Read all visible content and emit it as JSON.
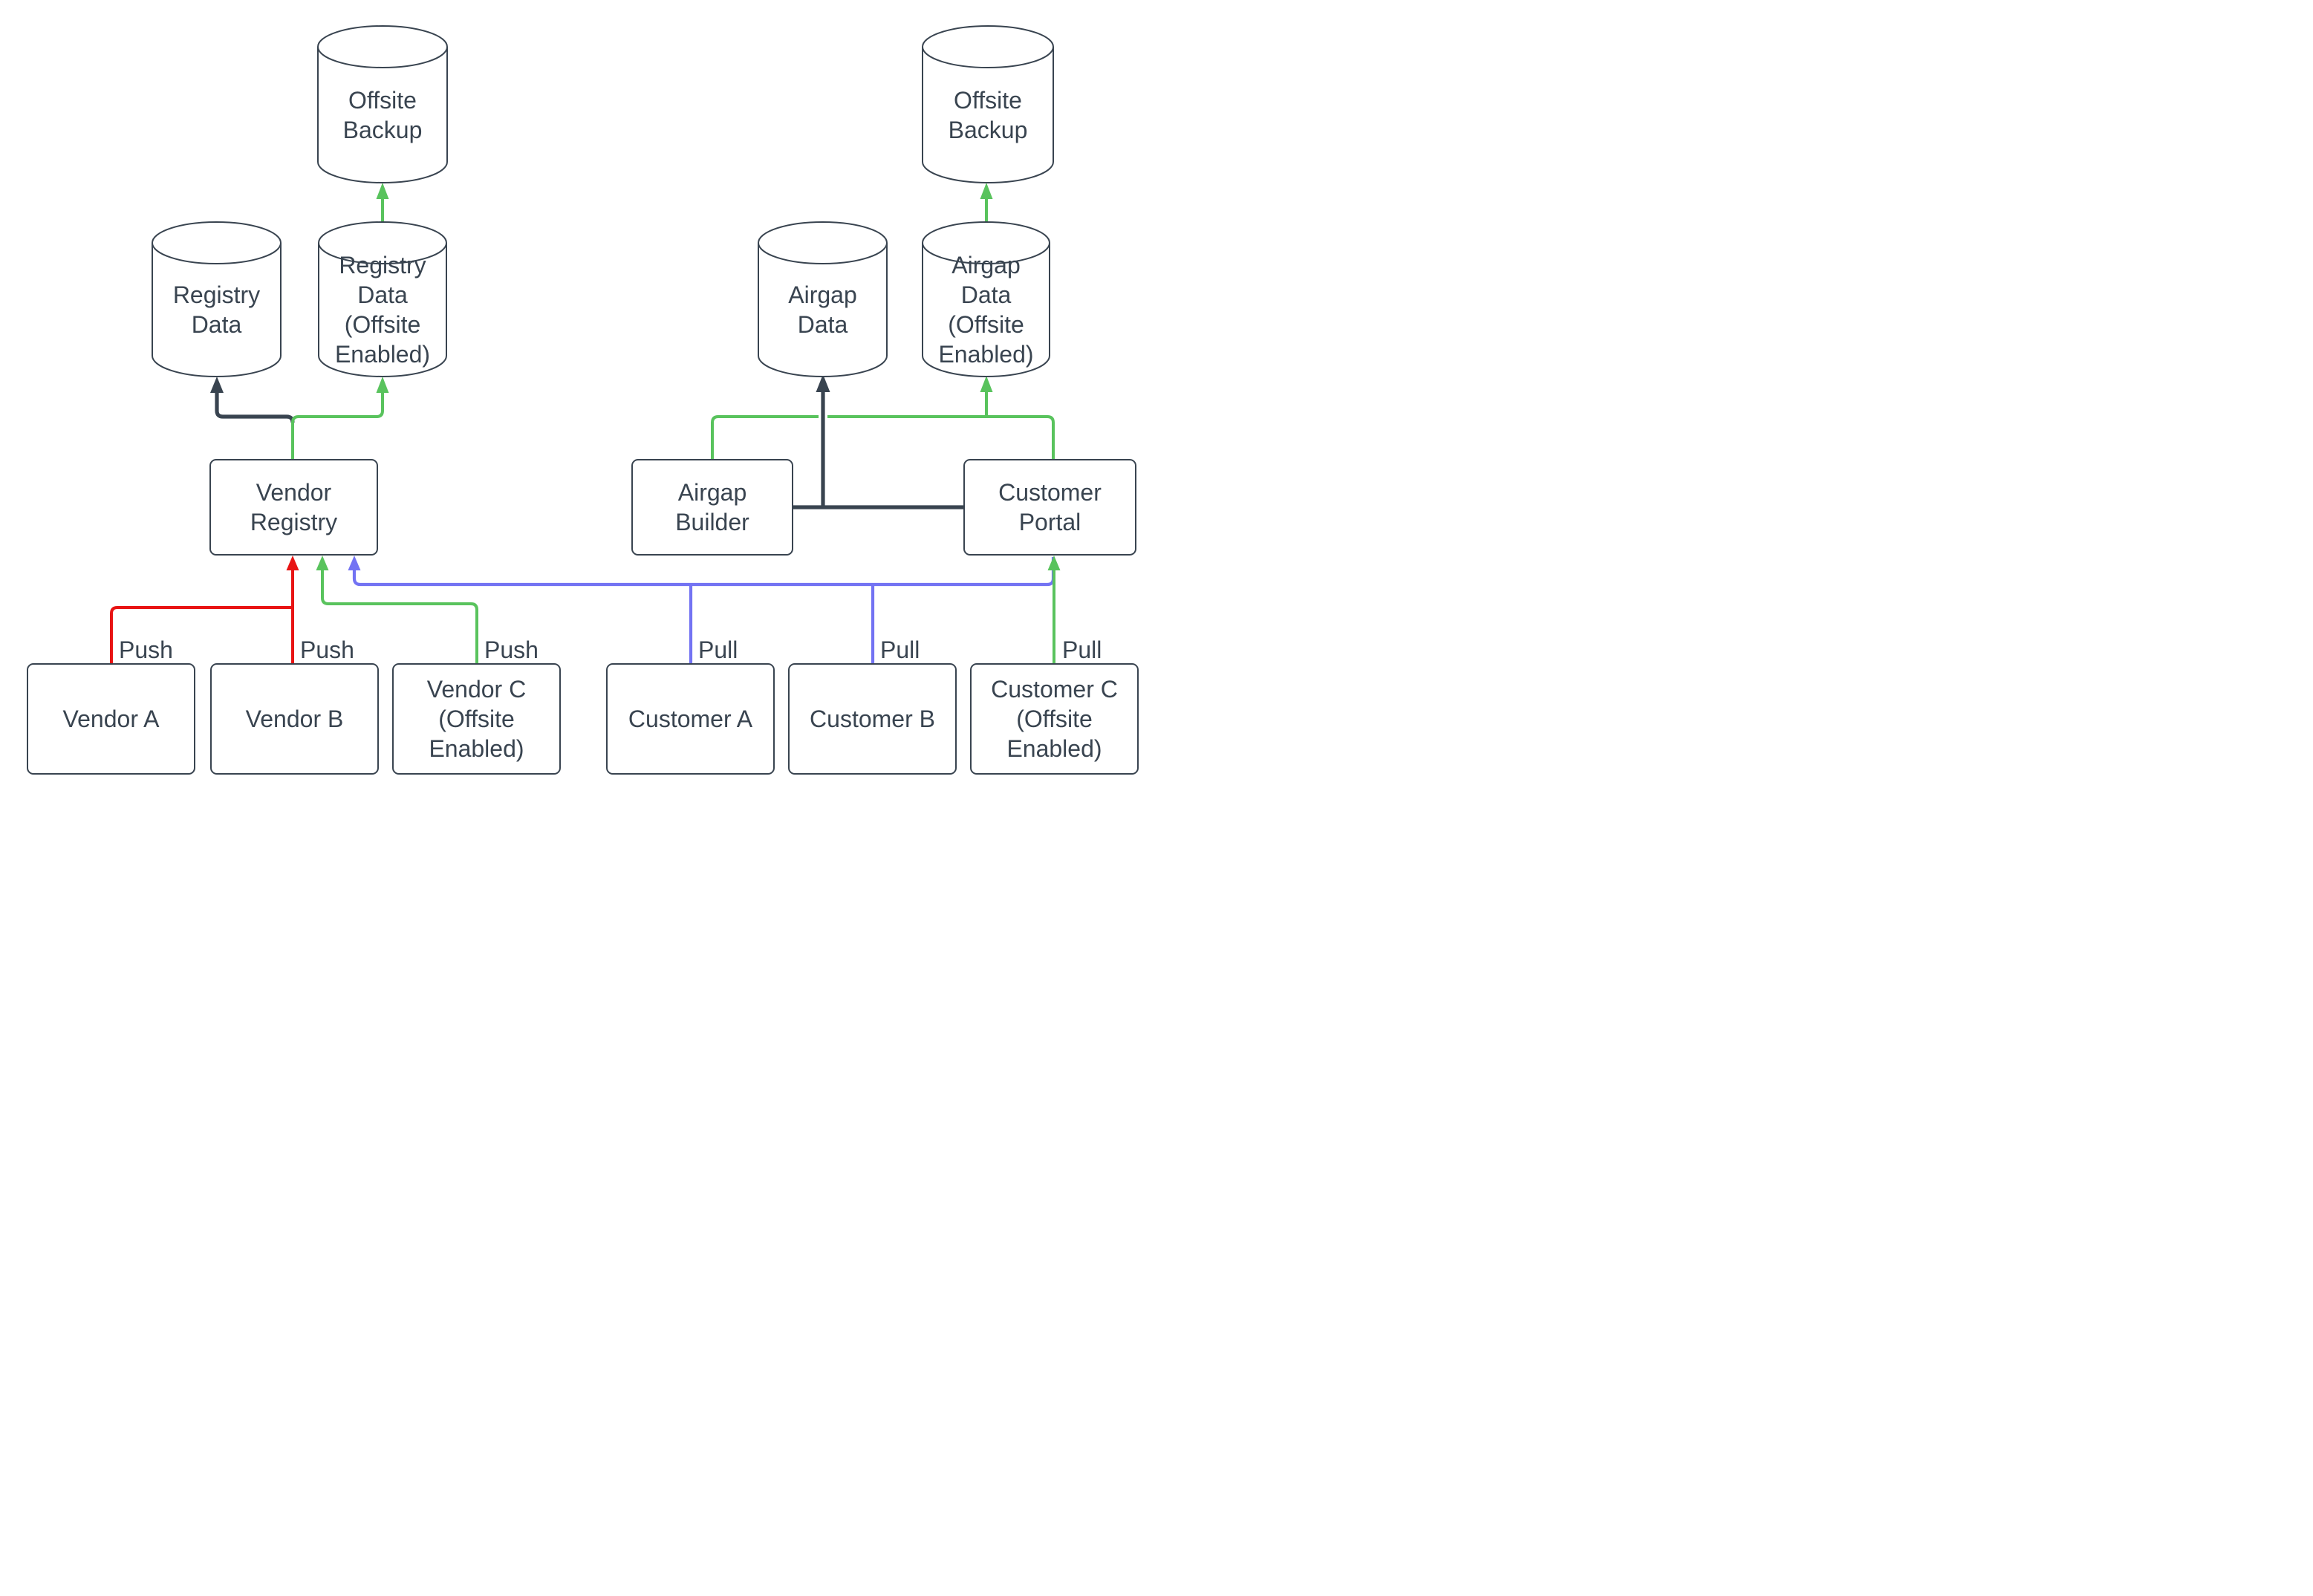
{
  "diagram": {
    "colors": {
      "dark": "#394450",
      "red": "#E81414",
      "green": "#59C35D",
      "blue": "#7373F3",
      "background": "#ffffff"
    },
    "nodes": {
      "offsite_backup_left": {
        "label": "Offsite\nBackup",
        "shape": "cylinder"
      },
      "registry_data": {
        "label": "Registry\nData",
        "shape": "cylinder"
      },
      "registry_data_offsite": {
        "label": "Registry\nData\n(Offsite\nEnabled)",
        "shape": "cylinder"
      },
      "airgap_data": {
        "label": "Airgap\nData",
        "shape": "cylinder"
      },
      "airgap_data_offsite": {
        "label": "Airgap\nData\n(Offsite\nEnabled)",
        "shape": "cylinder"
      },
      "offsite_backup_right": {
        "label": "Offsite\nBackup",
        "shape": "cylinder"
      },
      "vendor_registry": {
        "label": "Vendor\nRegistry",
        "shape": "box"
      },
      "airgap_builder": {
        "label": "Airgap\nBuilder",
        "shape": "box"
      },
      "customer_portal": {
        "label": "Customer\nPortal",
        "shape": "box"
      },
      "vendor_a": {
        "label": "Vendor A",
        "shape": "box"
      },
      "vendor_b": {
        "label": "Vendor B",
        "shape": "box"
      },
      "vendor_c": {
        "label": "Vendor C\n(Offsite\nEnabled)",
        "shape": "box"
      },
      "customer_a": {
        "label": "Customer A",
        "shape": "box"
      },
      "customer_b": {
        "label": "Customer B",
        "shape": "box"
      },
      "customer_c": {
        "label": "Customer C\n(Offsite\nEnabled)",
        "shape": "box"
      }
    },
    "edges": [
      {
        "from": "Vendor A",
        "to": "Vendor Registry",
        "color": "red",
        "label": "Push"
      },
      {
        "from": "Vendor B",
        "to": "Vendor Registry",
        "color": "red",
        "label": "Push"
      },
      {
        "from": "Vendor C (Offsite Enabled)",
        "to": "Vendor Registry",
        "color": "green",
        "label": "Push"
      },
      {
        "from": "Customer A",
        "to": "Vendor Registry",
        "color": "blue",
        "label": "Pull"
      },
      {
        "from": "Customer B",
        "to": "Vendor Registry",
        "color": "blue",
        "label": "Pull"
      },
      {
        "from": "Customer C (Offsite Enabled)",
        "to": "Customer Portal",
        "color": "green",
        "label": "Pull"
      },
      {
        "from": "Customer Portal",
        "to": "Vendor Registry",
        "color": "blue",
        "label": ""
      },
      {
        "from": "Vendor Registry",
        "to": "Registry Data",
        "color": "dark",
        "label": ""
      },
      {
        "from": "Vendor Registry",
        "to": "Registry Data (Offsite Enabled)",
        "color": "green",
        "label": ""
      },
      {
        "from": "Registry Data (Offsite Enabled)",
        "to": "Offsite Backup",
        "color": "green",
        "label": ""
      },
      {
        "from": "Airgap Builder",
        "to": "Airgap Data",
        "color": "dark",
        "label": ""
      },
      {
        "from": "Customer Portal",
        "to": "Airgap Data",
        "color": "dark",
        "label": ""
      },
      {
        "from": "Airgap Builder",
        "to": "Airgap Data (Offsite Enabled)",
        "color": "green",
        "label": ""
      },
      {
        "from": "Customer Portal",
        "to": "Airgap Data (Offsite Enabled)",
        "color": "green",
        "label": ""
      },
      {
        "from": "Airgap Data (Offsite Enabled)",
        "to": "Offsite Backup",
        "color": "green",
        "label": ""
      }
    ]
  }
}
